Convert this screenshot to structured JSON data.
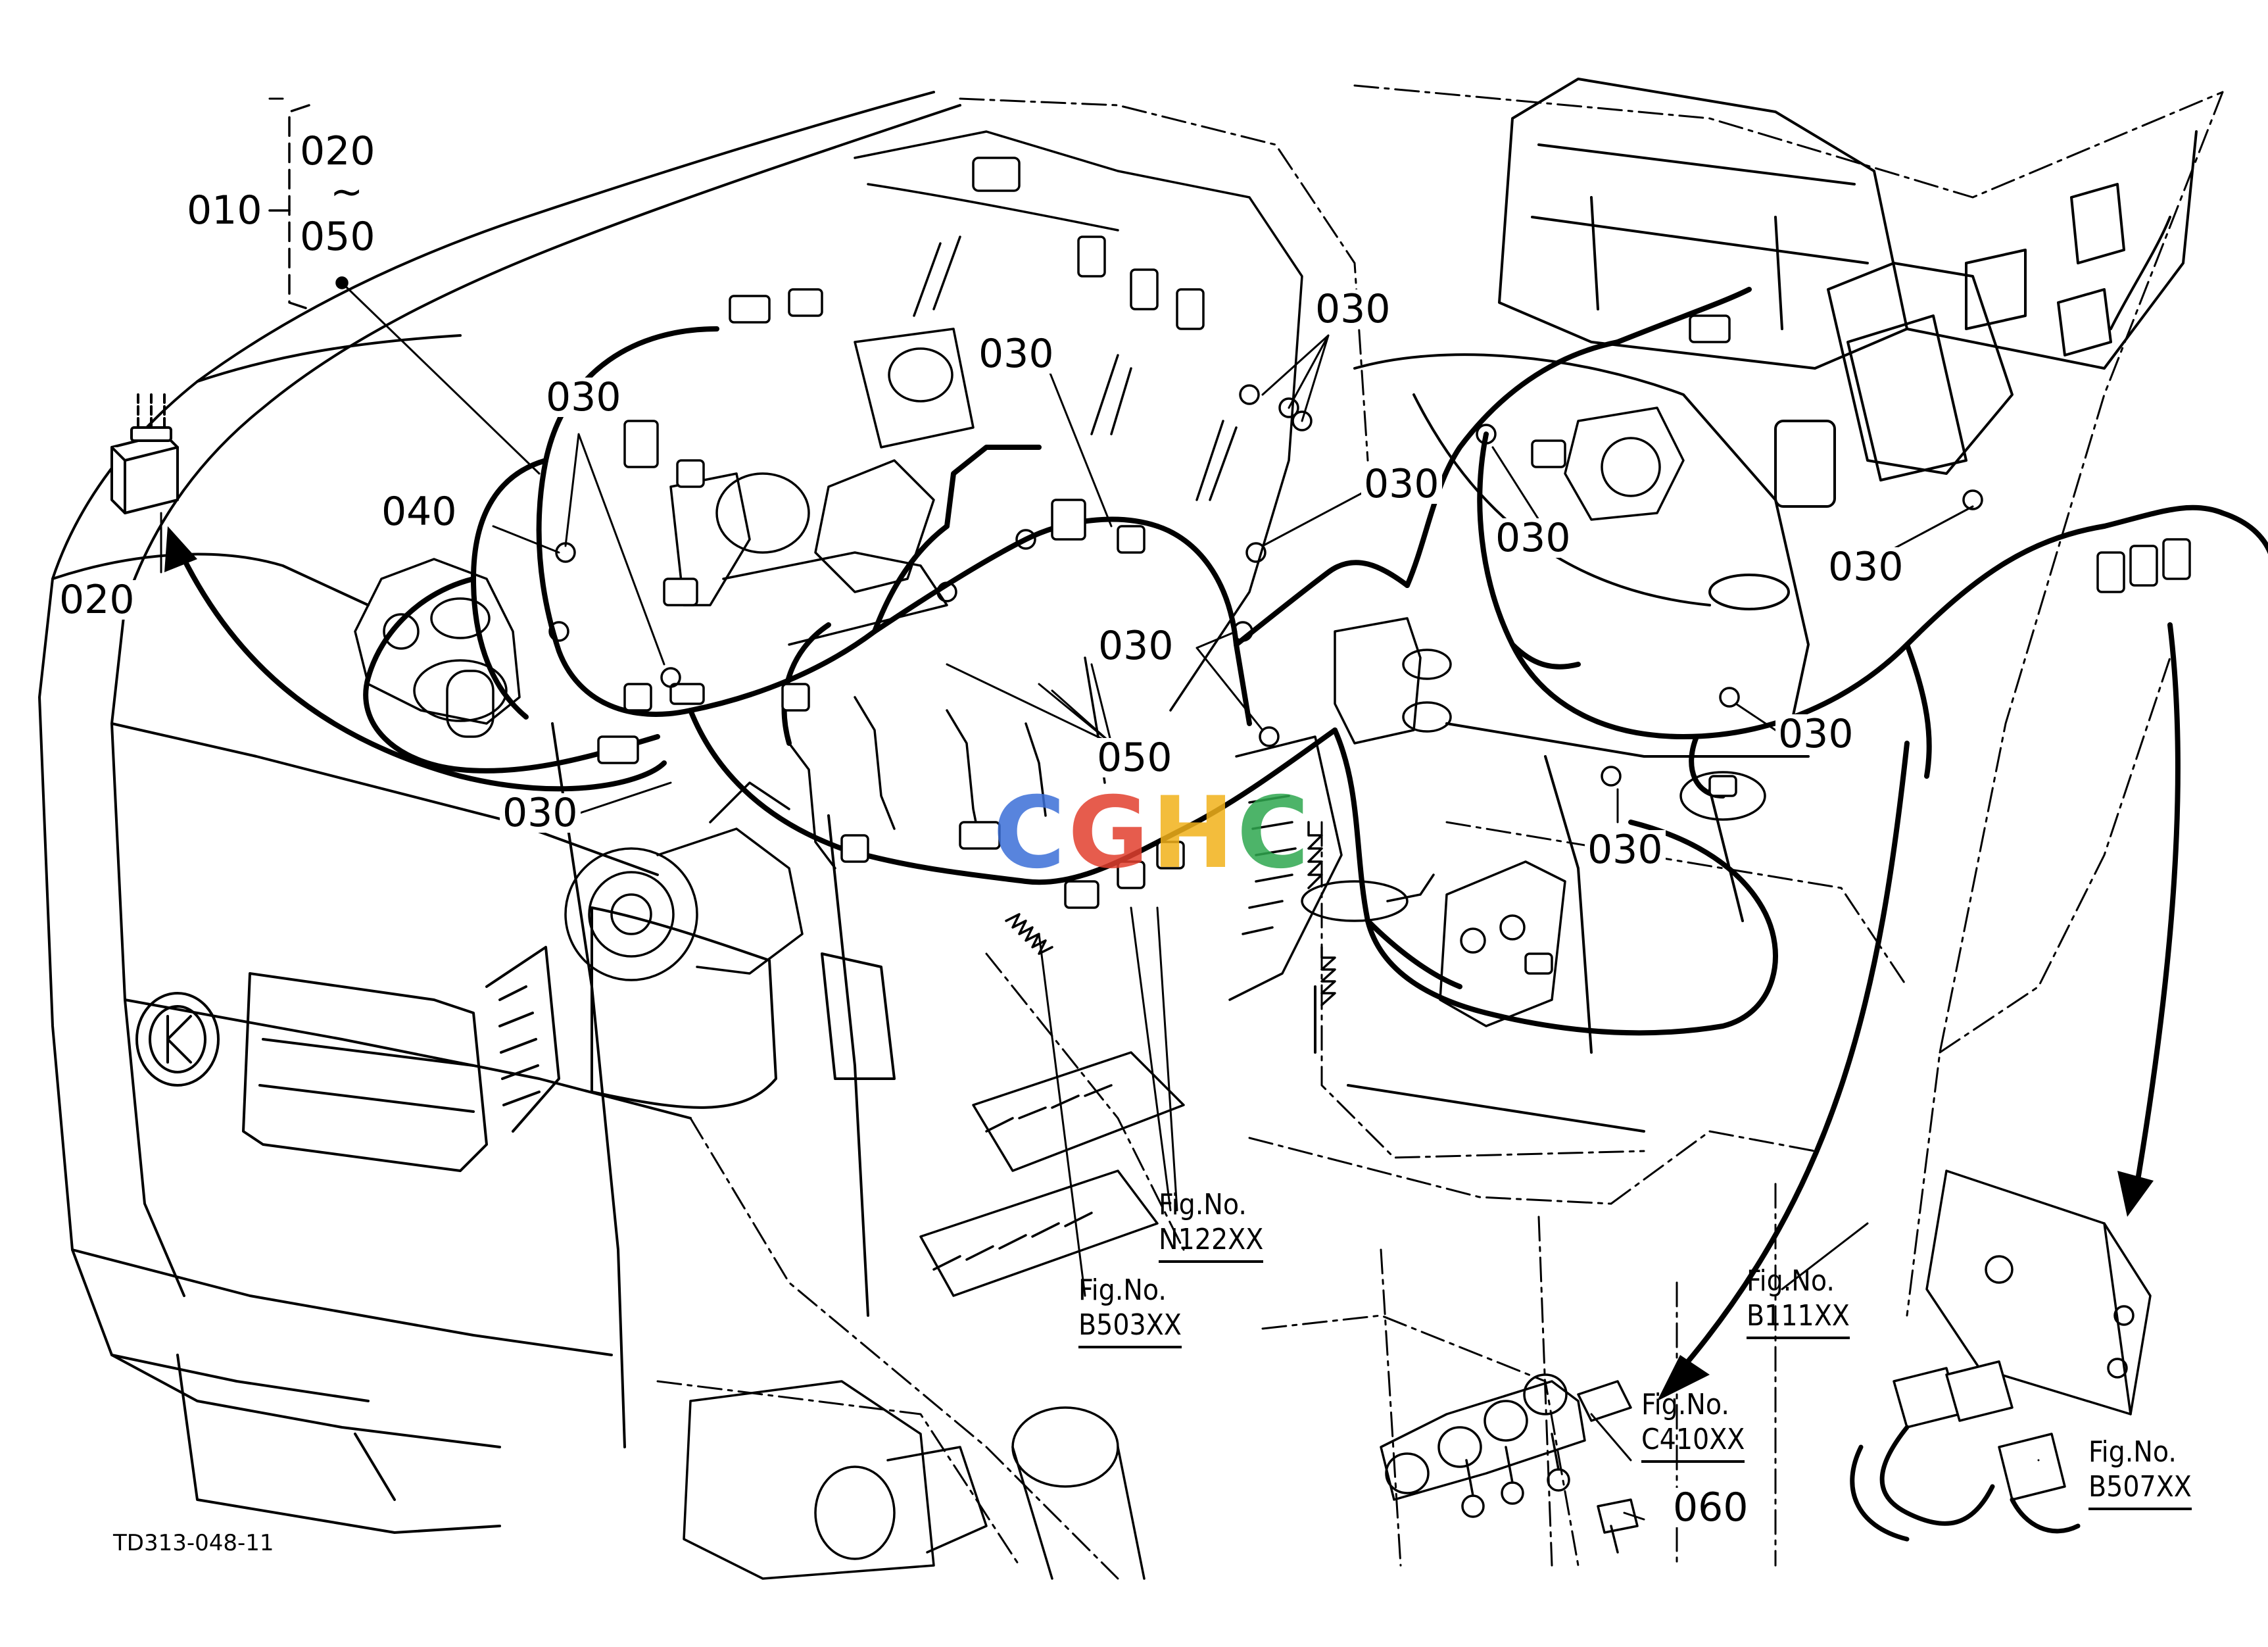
{
  "bracket": {
    "parent": "010",
    "top": "020",
    "tilde": "~",
    "bottom": "050"
  },
  "callouts": {
    "c020": "020",
    "c040": "040",
    "c030_a": "030",
    "c030_b": "030",
    "c030_c": "030",
    "c030_d": "030",
    "c030_e": "030",
    "c030_f": "030",
    "c030_g": "030",
    "c030_h": "030",
    "c030_i": "030",
    "c030_j": "030",
    "c050": "050",
    "c060": "060"
  },
  "figure_refs": [
    {
      "label": "Fig.No.",
      "ref": "N122XX"
    },
    {
      "label": "Fig.No.",
      "ref": "B503XX"
    },
    {
      "label": "Fig.No.",
      "ref": "B111XX"
    },
    {
      "label": "Fig.No.",
      "ref": "C410XX"
    },
    {
      "label": "Fig.No.",
      "ref": "B507XX"
    }
  ],
  "drawing_code": "TD313-048-11",
  "watermark": {
    "letters": [
      "C",
      "G",
      "H",
      "C"
    ],
    "colors": [
      "#3b6fd8",
      "#e2402f",
      "#f2b21b",
      "#2fa84f"
    ]
  }
}
